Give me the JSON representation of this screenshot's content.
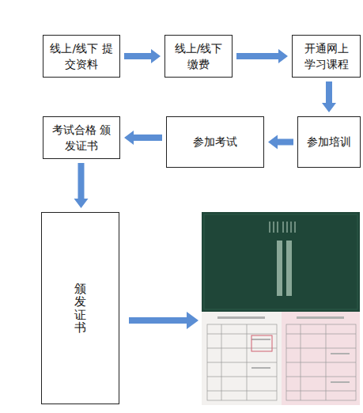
{
  "diagram": {
    "nodes": [
      {
        "text": [
          "线上/线下 提交资料"
        ]
      },
      {
        "text": [
          "线上/线下 缴费"
        ]
      },
      {
        "text": [
          "开通网上 学习课程"
        ]
      },
      {
        "text": [
          "参加培训"
        ]
      },
      {
        "text": [
          "参加考试"
        ]
      },
      {
        "text": [
          "考试合格 颁发证书"
        ]
      },
      {
        "text": [
          "颁发证书"
        ]
      }
    ],
    "edges": [
      {
        "from": 0,
        "to": 1,
        "arrow": "to"
      },
      {
        "from": 1,
        "to": 2,
        "arrow": "to"
      },
      {
        "from": 2,
        "to": 3,
        "arrow": "to"
      },
      {
        "from": 3,
        "to": 4,
        "arrow": "to"
      },
      {
        "from": 4,
        "to": 5,
        "arrow": "to"
      },
      {
        "from": 5,
        "to": 6,
        "arrow": "to"
      }
    ]
  }
}
